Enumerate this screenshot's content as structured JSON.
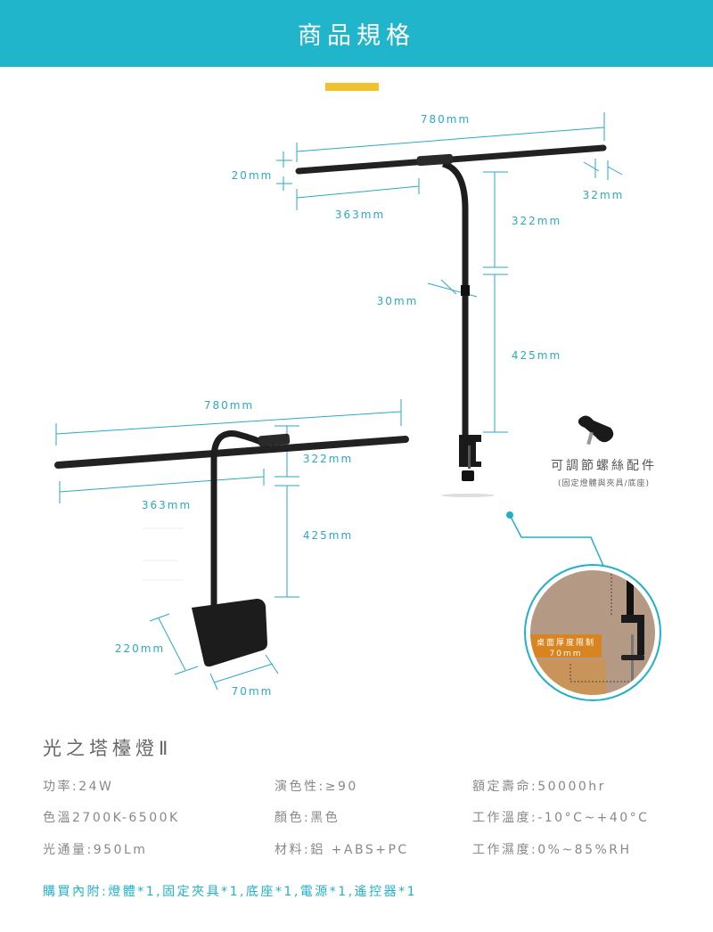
{
  "header": {
    "title": "商品規格"
  },
  "diagram": {
    "clamp_lamp": {
      "width": "780mm",
      "bar_height": "20mm",
      "half_width": "363mm",
      "bar_depth": "32mm",
      "upper_arm": "322mm",
      "pole_diameter": "30mm",
      "pole_height": "425mm"
    },
    "desk_lamp": {
      "width": "780mm",
      "half_width": "363mm",
      "upper_arm": "322mm",
      "pole_height": "425mm",
      "base_length": "220mm",
      "base_width": "70mm"
    },
    "accessory": {
      "title": "可調節螺絲配件",
      "subtitle": "(固定燈體與夾具/底座)"
    },
    "callout": {
      "label_line1": "桌面厚度限制",
      "label_line2": "70mm"
    }
  },
  "colors": {
    "header": "#21b5cc",
    "accent": "#f2c12e",
    "dimension": "#2aa9c4",
    "callout_label": "#d88420"
  },
  "product": {
    "name": "光之塔檯燈Ⅱ",
    "specs": [
      [
        "功率:24W",
        "演色性:≥90",
        "額定壽命:50000hr"
      ],
      [
        "色溫2700K-6500K",
        "顏色:黑色",
        "工作溫度:-10°C~+40°C"
      ],
      [
        "光通量:950Lm",
        "材料:鋁 +ABS+PC",
        "工作濕度:0%~85%RH"
      ]
    ],
    "included": "購買內附:燈體*1,固定夾具*1,底座*1,電源*1,遙控器*1"
  }
}
